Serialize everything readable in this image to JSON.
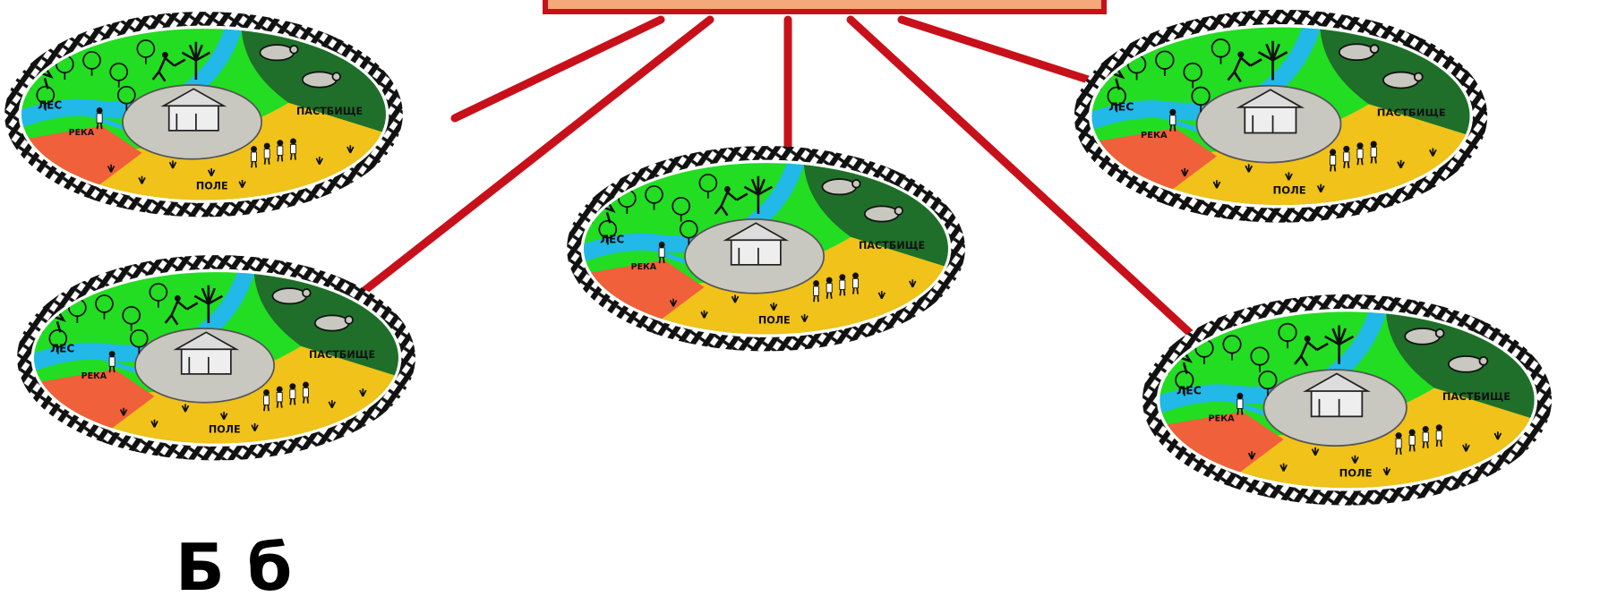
{
  "colors": {
    "connector": "#c8101a",
    "box_fill": "#f5a97a",
    "forest": "#22dd22",
    "pasture": "#1f6f2a",
    "field": "#f0c21a",
    "river": "#22b8e8",
    "clay": "#f0603a",
    "village": "#c8c8c0",
    "border_dark": "#111111",
    "border_light": "#ffffff"
  },
  "map_labels": {
    "forest": "ЛЕС",
    "river": "РЕКА",
    "pasture": "ПАСТБИЩЕ",
    "field": "ПОЛЕ"
  },
  "footer": {
    "text": "Б         б"
  },
  "icons": [
    "deer-icon",
    "tree-icon",
    "hunter-icon",
    "palm-icon",
    "cow-icon",
    "house-icon",
    "farmer-icon",
    "fisher-icon"
  ]
}
